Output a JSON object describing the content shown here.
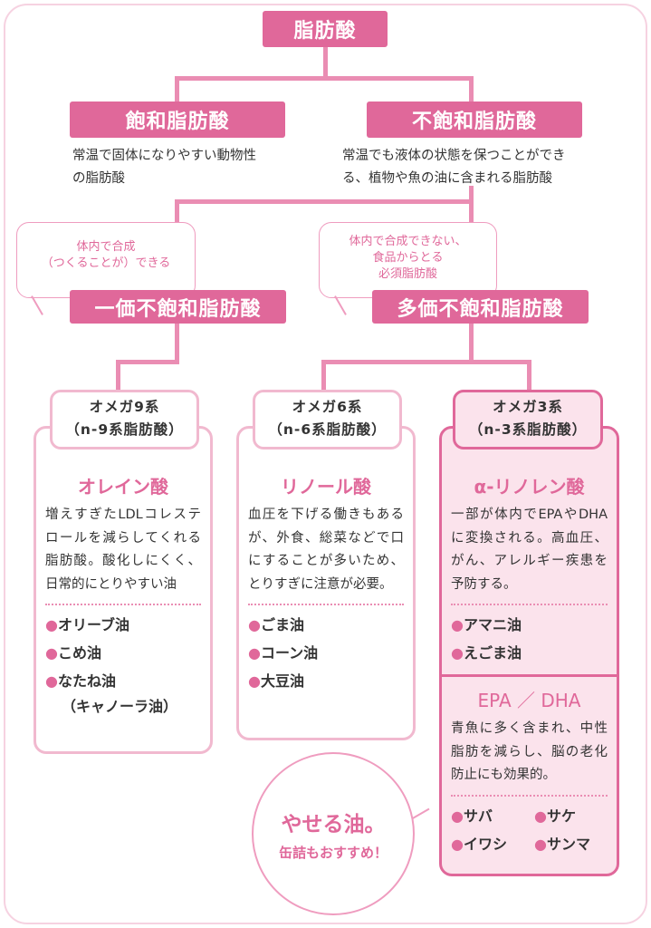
{
  "root": "脂肪酸",
  "saturated": {
    "title": "飽和脂肪酸",
    "desc": [
      "常温で固体になりやすい動物性",
      "の脂肪酸"
    ]
  },
  "unsaturated": {
    "title": "不飽和脂肪酸",
    "desc": [
      "常温でも液体の状態を保つことができ",
      "る、植物や魚の油に含まれる脂肪酸"
    ]
  },
  "mono": {
    "title": "一価不飽和脂肪酸",
    "note": [
      "体内で合成",
      "（つくることが）できる"
    ]
  },
  "poly": {
    "title": "多価不飽和脂肪酸",
    "note": [
      "体内で合成できない、",
      "食品からとる",
      "必須脂肪酸"
    ]
  },
  "omega9": {
    "label": [
      "オメガ9系",
      "（n-9系脂肪酸）"
    ],
    "acid": "オレイン酸",
    "body": "増えすぎたLDLコレステロールを減らしてくれる脂肪酸。酸化しにくく、日常的にとりやすい油",
    "items": [
      "オリーブ油",
      "こめ油",
      "なたね油"
    ],
    "sub": "（キャノーラ油）"
  },
  "omega6": {
    "label": [
      "オメガ6系",
      "（n-6系脂肪酸）"
    ],
    "acid": "リノール酸",
    "body": "血圧を下げる働きもあるが、外食、総菜などで口にすることが多いため、とりすぎに注意が必要。",
    "items": [
      "ごま油",
      "コーン油",
      "大豆油"
    ]
  },
  "omega3": {
    "label": [
      "オメガ3系",
      "（n-3系脂肪酸）"
    ],
    "acid": "α-リノレン酸",
    "body": "一部が体内でEPAやDHAに変換される。高血圧、がん、アレルギー疾患を予防する。",
    "items": [
      "アマニ油",
      "えごま油"
    ],
    "epa": {
      "title": "EPA ／ DHA",
      "body": "青魚に多く含まれ、中性脂肪を減らし、脳の老化防止にも効果的。",
      "items": [
        "サバ",
        "サケ",
        "イワシ",
        "サンマ"
      ]
    }
  },
  "callout": [
    "やせる油。",
    "缶詰もおすすめ！"
  ],
  "bullet": "●",
  "colors": {
    "accent": "#e0689a",
    "light": "#f1b9cf",
    "fill": "#fbe3ec"
  }
}
